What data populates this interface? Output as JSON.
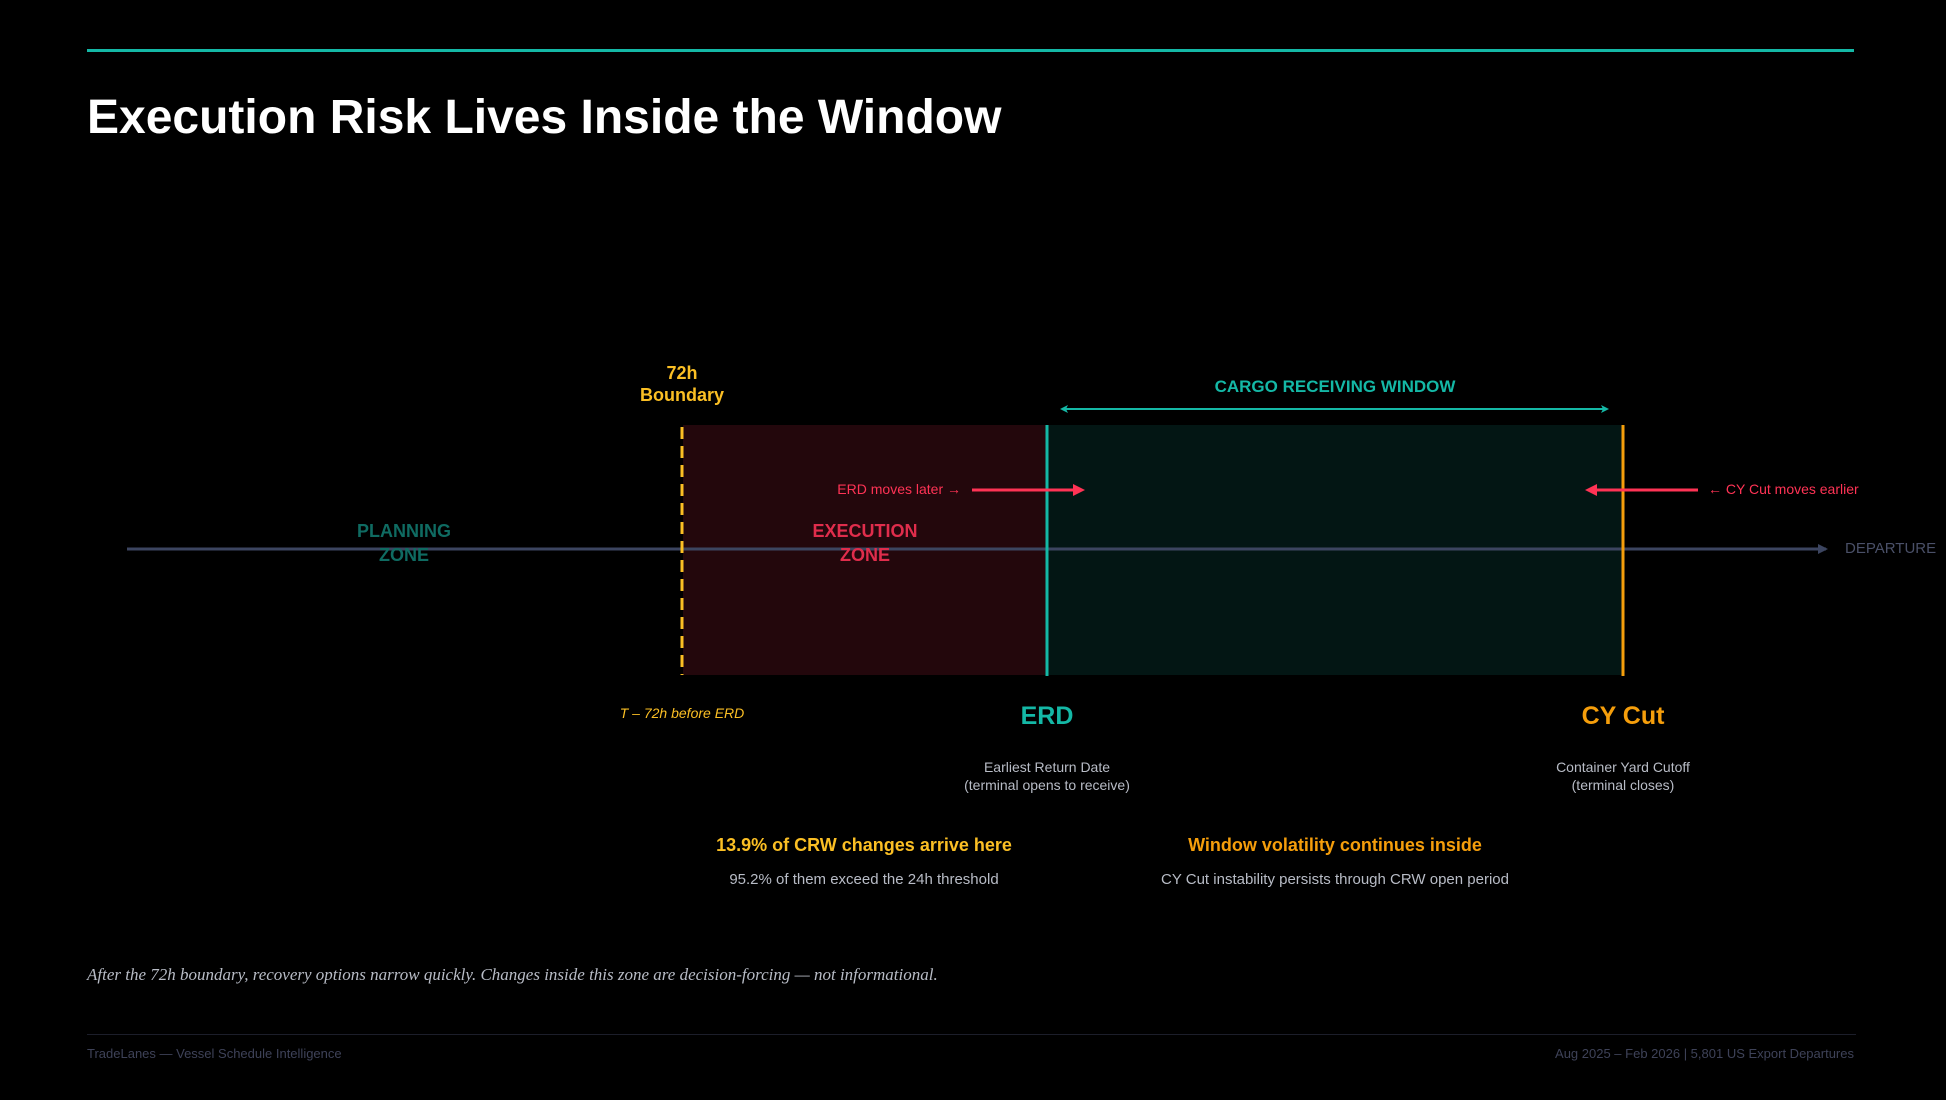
{
  "title": "Execution Risk Lives Inside the Window",
  "colors": {
    "accent_teal": "#14b8a6",
    "boundary_yellow": "#fbbf24",
    "cy_orange": "#f59e0b",
    "risk_red": "#ff3355",
    "execution_text": "#e02d4c",
    "planning_text": "#0f6b62",
    "execution_fill": "#23070c",
    "window_fill": "#031614",
    "timeline": "#3c4560",
    "muted_text": "#b8bcc6",
    "footer_text": "#3e4258"
  },
  "diagram": {
    "boundary": {
      "label_line1": "72h",
      "label_line2": "Boundary",
      "caption": "T – 72h before ERD"
    },
    "window_label": "CARGO RECEIVING WINDOW",
    "zones": {
      "planning": {
        "line1": "PLANNING",
        "line2": "ZONE"
      },
      "execution": {
        "line1": "EXECUTION",
        "line2": "ZONE"
      }
    },
    "movements": {
      "erd": "ERD moves later →",
      "cy_cut": "← CY Cut moves earlier"
    },
    "timeline_end_label": "DEPARTURE",
    "markers": {
      "erd": {
        "title": "ERD",
        "desc_line1": "Earliest Return Date",
        "desc_line2": "(terminal opens to receive)"
      },
      "cy_cut": {
        "title": "CY Cut",
        "desc_line1": "Container Yard Cutoff",
        "desc_line2": "(terminal closes)"
      }
    }
  },
  "stats": [
    {
      "title": "13.9% of CRW changes arrive here",
      "desc": "95.2% of them exceed the 24h threshold"
    },
    {
      "title": "Window volatility continues inside",
      "desc": "CY Cut instability persists through CRW open period"
    }
  ],
  "note": "After the 72h boundary, recovery options narrow quickly.  Changes inside this zone are decision-forcing — not informational.",
  "footer": {
    "left": "TradeLanes — Vessel Schedule Intelligence",
    "right": "Aug 2025 – Feb 2026  |  5,801 US Export Departures"
  }
}
